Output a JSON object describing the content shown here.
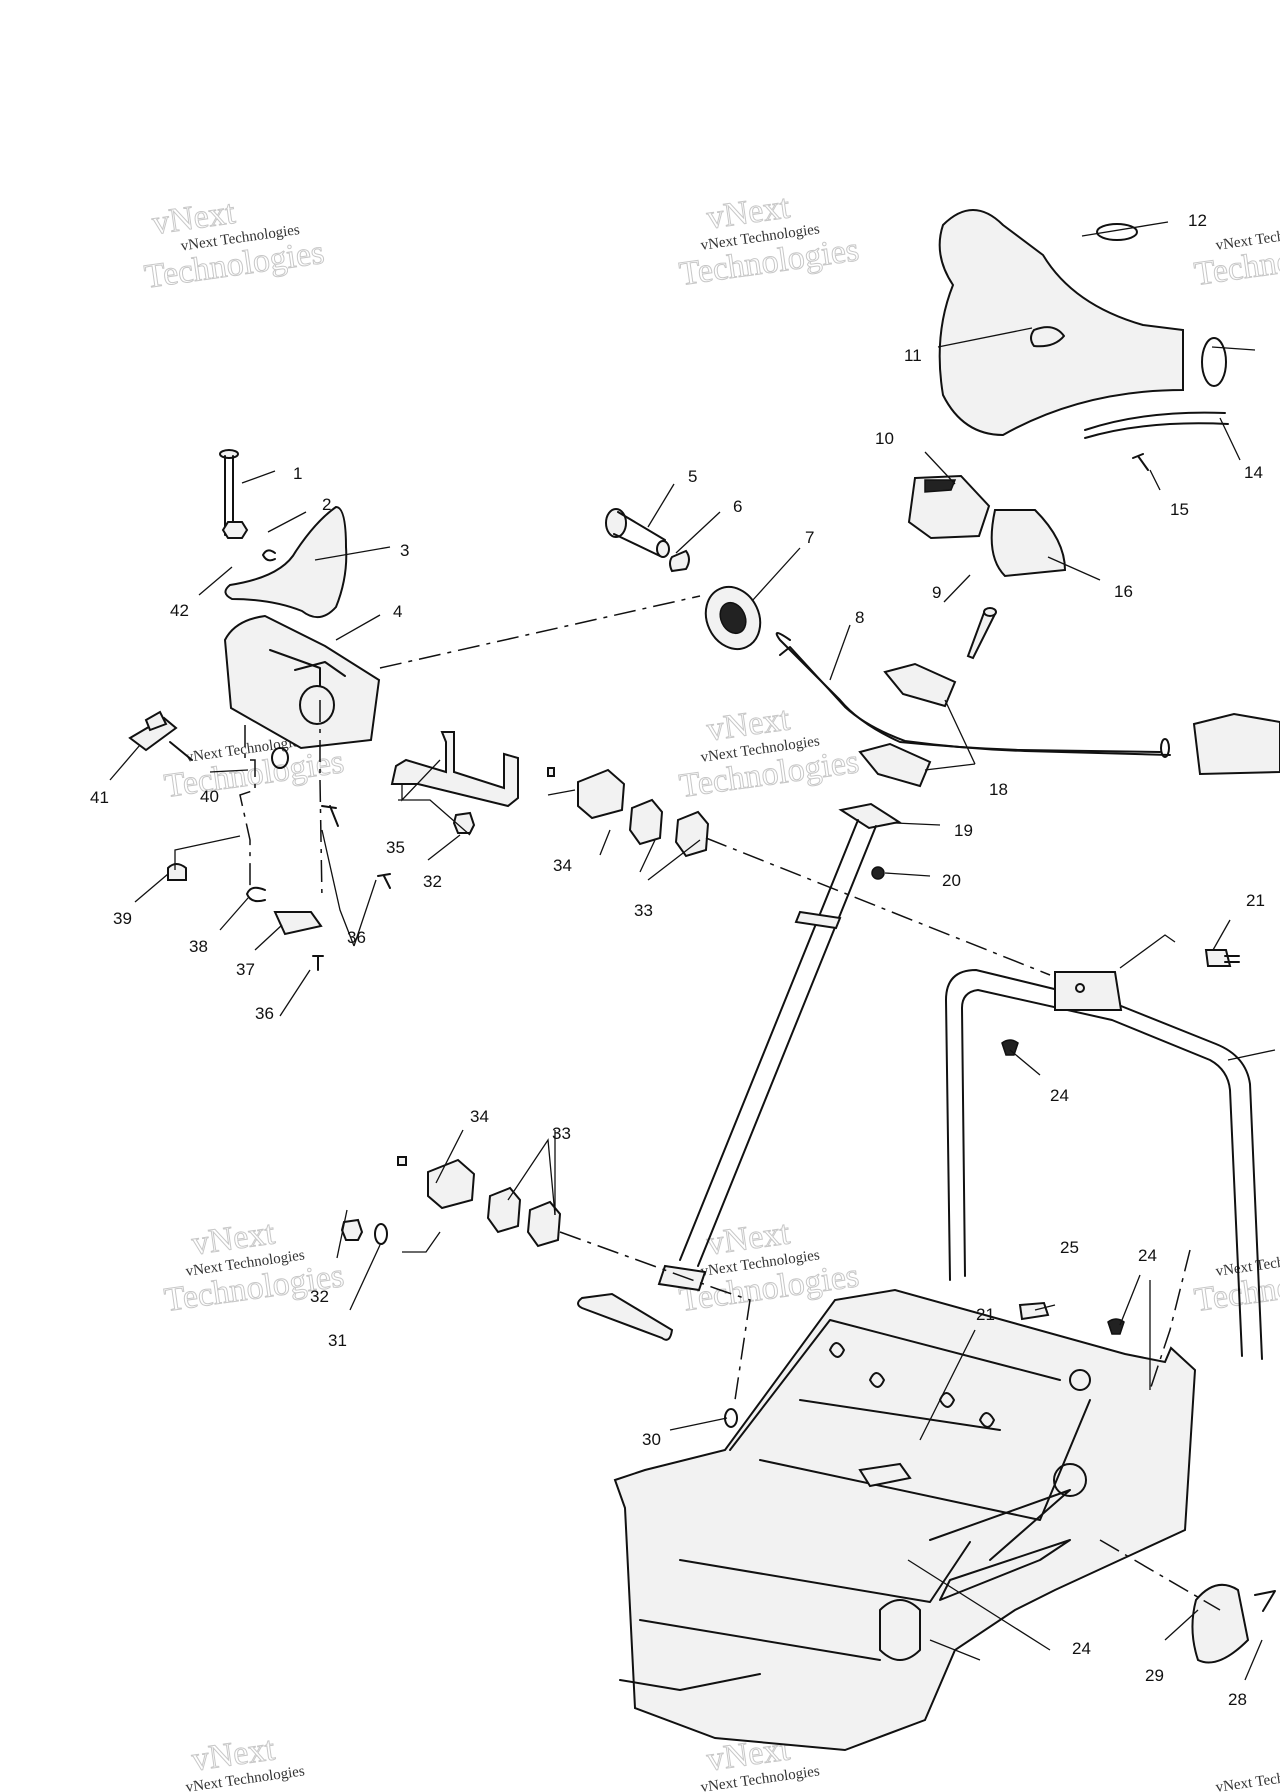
{
  "watermark": {
    "small": "vNext Technologies",
    "big": "Technologies",
    "top": "vNext"
  },
  "callouts": [
    "1",
    "2",
    "3",
    "4",
    "5",
    "6",
    "7",
    "8",
    "9",
    "10",
    "11",
    "12",
    "14",
    "15",
    "16",
    "18",
    "19",
    "20",
    "21",
    "24",
    "25",
    "28",
    "29",
    "30",
    "31",
    "32",
    "33",
    "34",
    "35",
    "36",
    "37",
    "38",
    "39",
    "40",
    "41",
    "42"
  ]
}
